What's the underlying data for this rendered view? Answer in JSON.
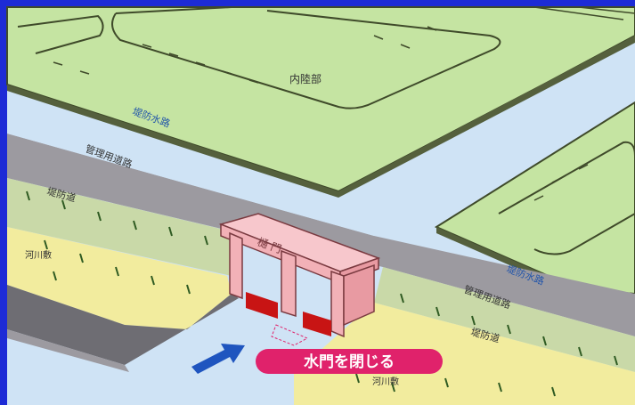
{
  "labels": {
    "inland": "内陸部",
    "drain_left": "堤防水路",
    "drain_right": "堤防水路",
    "road_left": "管理用道路",
    "road_right": "管理用道路",
    "bank_left": "堤防道",
    "bank_right": "堤防道",
    "floodplain_left": "河川敷",
    "floodplain_right": "河川敷",
    "gate": "樋 門",
    "action": "水門を閉じる"
  },
  "colors": {
    "frame": "#1d2bd6",
    "field": "#c5e4a2",
    "field_edge": "#3f4a2a",
    "canal": "#cfe3f5",
    "road": "#9c9aa0",
    "dike": "#c9d9a8",
    "floodplain": "#f2ec9e",
    "gate": "#f2b1b7",
    "gate_door": "#c81414",
    "callout": "#e0226b",
    "arrow": "#1f55bf"
  }
}
